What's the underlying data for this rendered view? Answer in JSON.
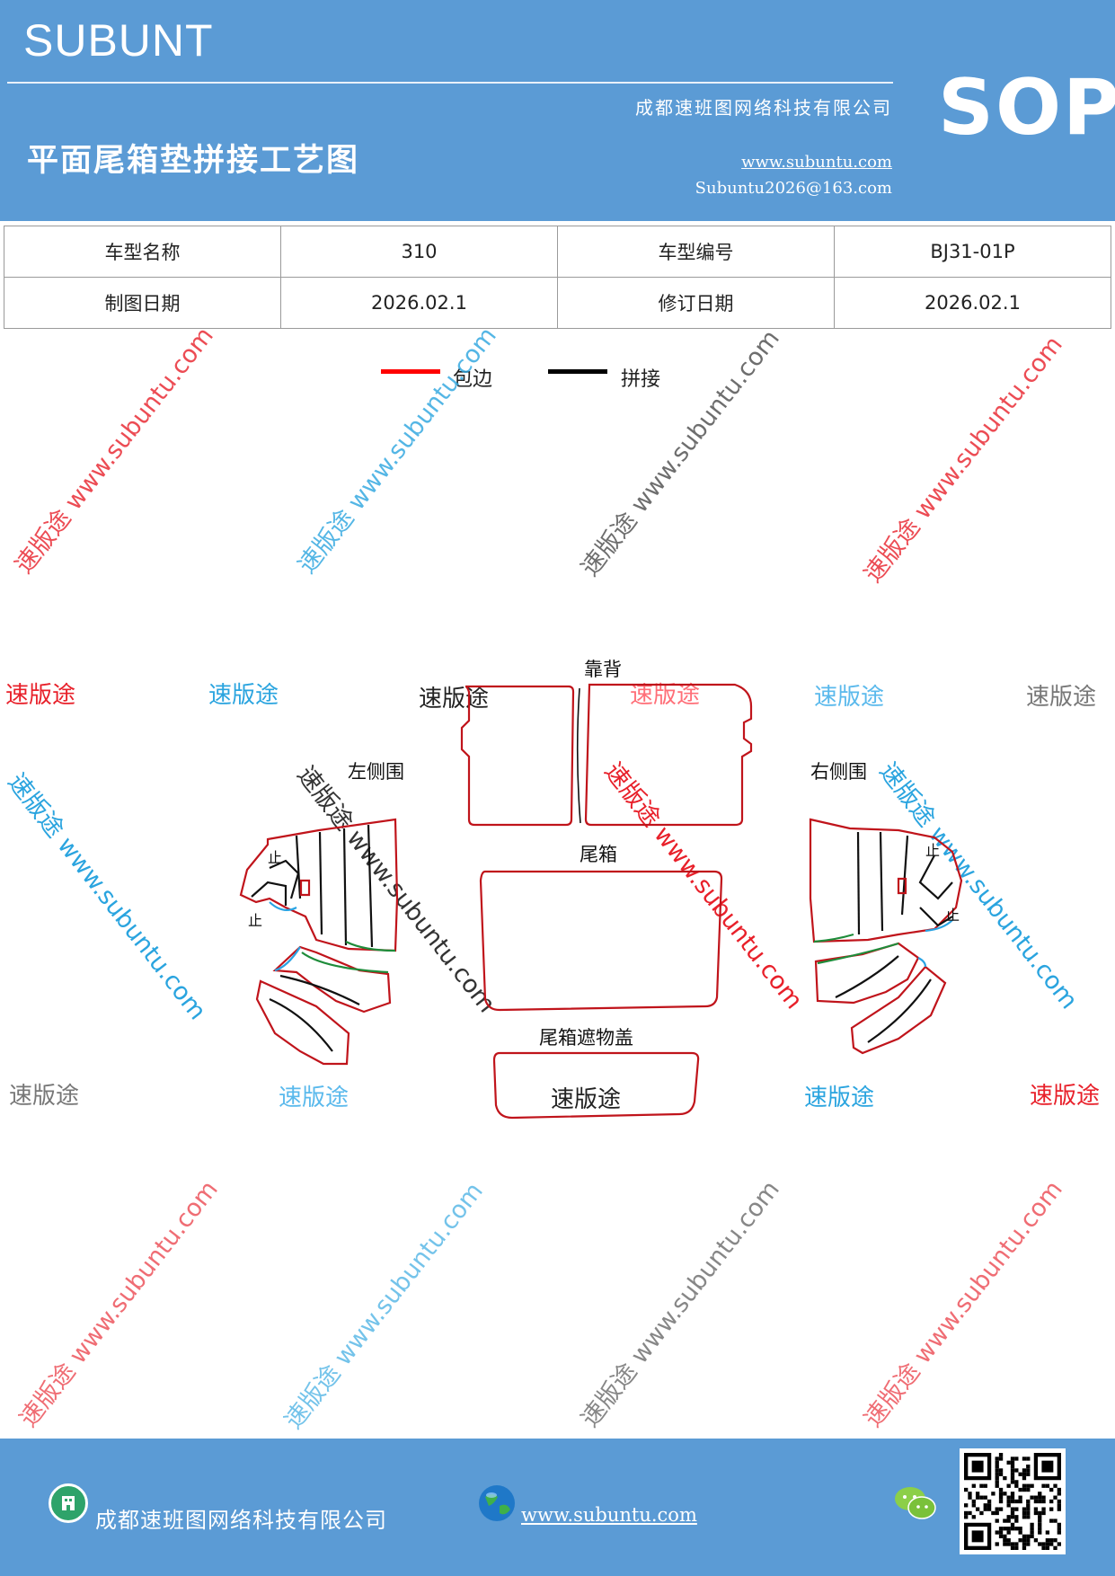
{
  "header": {
    "brand": "SUBUNT",
    "company": "成都速班图网络科技有限公司",
    "title": "平面尾箱垫拼接工艺图",
    "website": "www.subuntu.com",
    "email": "Subuntu2026@163.com",
    "badge": "SOP"
  },
  "info_table": {
    "model_name_label": "车型名称",
    "model_name_value": "310",
    "model_code_label": "车型编号",
    "model_code_value": "BJ31-01P",
    "draw_date_label": "制图日期",
    "draw_date_value": "2026.02.1",
    "revise_date_label": "修订日期",
    "revise_date_value": "2026.02.1"
  },
  "legend": {
    "edge_label": "包边",
    "edge_color": "#ff0000",
    "joint_label": "拼接",
    "joint_color": "#000000"
  },
  "diagram": {
    "backrest": "靠背",
    "trunk": "尾箱",
    "left_side": "左侧围",
    "right_side": "右侧围",
    "cover": "尾箱遮物盖",
    "stop_mark": "止",
    "edge_red": "#c0141b",
    "joint_black": "#111111",
    "seam_green": "#1e8c3a",
    "seam_blue": "#29a3e3"
  },
  "watermark": {
    "brand": "速版途",
    "url": "www.subuntu.com",
    "colors": [
      "#e8202a",
      "#2aa4df",
      "#777777"
    ]
  },
  "footer": {
    "company": "成都速班图网络科技有限公司",
    "website": "www.subuntu.com",
    "building_icon": "building-icon",
    "globe_icon": "globe-icon",
    "wechat_icon": "wechat-icon",
    "qr_icon": "qr-code"
  }
}
